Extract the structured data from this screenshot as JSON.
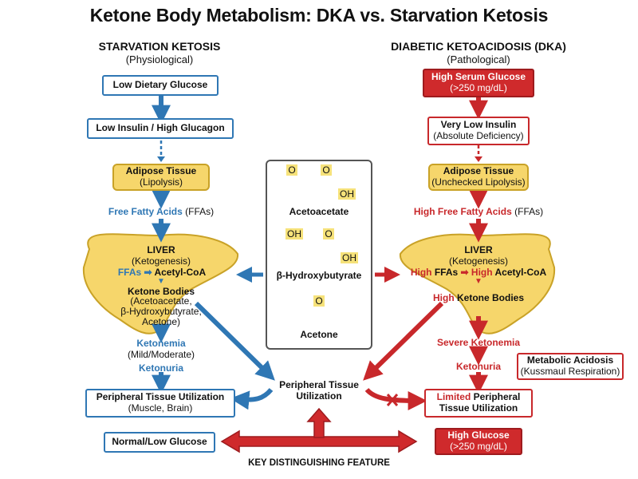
{
  "title": "Ketone Body Metabolism: DKA vs. Starvation Ketosis",
  "left": {
    "heading": "STARVATION KETOSIS",
    "subheading": "(Physiological)",
    "box1": "Low Dietary Glucose",
    "box2": "Low Insulin / High Glucagon",
    "adipose_title": "Adipose Tissue",
    "adipose_sub": "(Lipolysis)",
    "ffa_label_colored": "Free Fatty Acids",
    "ffa_label_plain": "(FFAs)",
    "liver_title": "LIVER",
    "liver_sub": "(Ketogenesis)",
    "liver_ffa": "FFAs",
    "liver_acetyl": "Acetyl-CoA",
    "ketone_title": "Ketone Bodies",
    "ketone_list1": "(Acetoacetate,",
    "ketone_list2": "β-Hydroxybutyrate,",
    "ketone_list3": "Acetone)",
    "ketonemia": "Ketonemia",
    "ketonemia_sub": "(Mild/Moderate)",
    "ketonuria": "Ketonuria",
    "peripheral_title": "Peripheral Tissue Utilization",
    "peripheral_sub": "(Muscle, Brain)",
    "bottom": "Normal/Low Glucose"
  },
  "right": {
    "heading": "DIABETIC KETOACIDOSIS (DKA)",
    "subheading": "(Pathological)",
    "box1_title": "High Serum Glucose",
    "box1_sub": "(>250 mg/dL)",
    "box2_title": "Very Low Insulin",
    "box2_sub": "(Absolute Deficiency)",
    "adipose_title": "Adipose Tissue",
    "adipose_sub": "(Unchecked Lipolysis)",
    "ffa_label_colored": "High Free Fatty Acids",
    "ffa_label_plain": "(FFAs)",
    "liver_title": "LIVER",
    "liver_sub": "(Ketogenesis)",
    "liver_high1": "High",
    "liver_ffa": "FFAs",
    "liver_high2": "High",
    "liver_acetyl": "Acetyl-CoA",
    "ketone_high": "High",
    "ketone_title": "Ketone Bodies",
    "ketonemia": "Severe Ketonemia",
    "ketonuria": "Ketonuria",
    "acidosis_title": "Metabolic Acidosis",
    "acidosis_sub": "(Kussmaul Respiration)",
    "peripheral_limited": "Limited",
    "peripheral_title1": "Peripheral",
    "peripheral_title2": "Tissue Utilization",
    "bottom_title": "High Glucose",
    "bottom_sub": "(>250 mg/dL)"
  },
  "center": {
    "chem1": "Acetoacetate",
    "chem2": "β-Hydroxybutyrate",
    "chem3": "Acetone",
    "atom_o": "O",
    "atom_oh": "OH",
    "peripheral1": "Peripheral Tissue",
    "peripheral2": "Utilization",
    "key": "KEY DISTINGUISHING FEATURE"
  },
  "colors": {
    "blue": "#2f77b4",
    "red": "#c8282b",
    "yellow": "#f6d66b",
    "highlight": "#f6e27a"
  }
}
